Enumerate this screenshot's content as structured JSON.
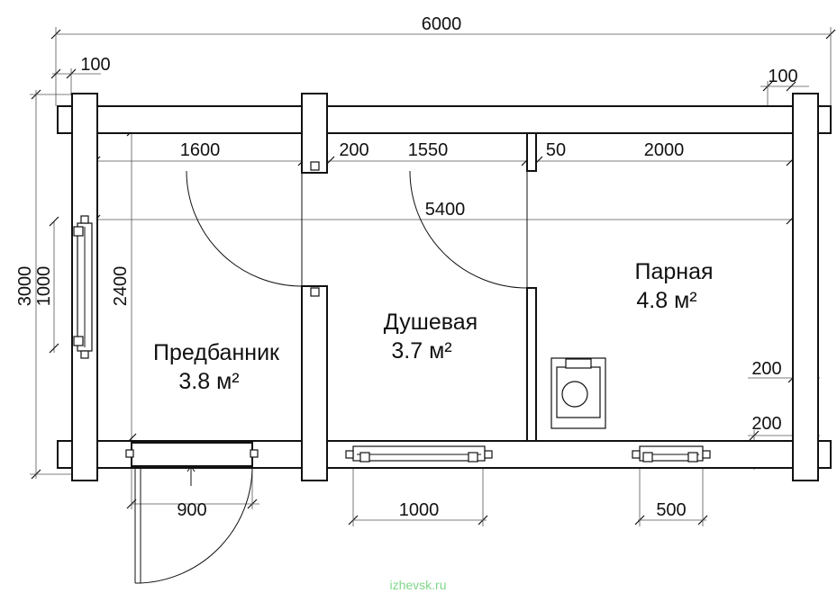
{
  "dimensions": {
    "overall_length": "6000",
    "left_offset": "100",
    "right_offset": "100",
    "predbannik_width": "1600",
    "partition_1": "200",
    "dushevaya_width": "1550",
    "partition_2": "50",
    "parnaya_width": "2000",
    "inner_length": "5400",
    "overall_width": "3000",
    "window_left_height": "1000",
    "inner_width": "2400",
    "stove_clearance_1": "200",
    "stove_clearance_2": "200",
    "entry_door": "900",
    "window_middle": "1000",
    "window_right": "500"
  },
  "rooms": [
    {
      "name": "Предбанник",
      "area": "3.8 м²"
    },
    {
      "name": "Душевая",
      "area": "3.7 м²"
    },
    {
      "name": "Парная",
      "area": "4.8 м²"
    }
  ],
  "watermark": "izhevsk.ru",
  "colors": {
    "line": "#111111",
    "background": "#ffffff",
    "watermark": "#7fd68a"
  }
}
